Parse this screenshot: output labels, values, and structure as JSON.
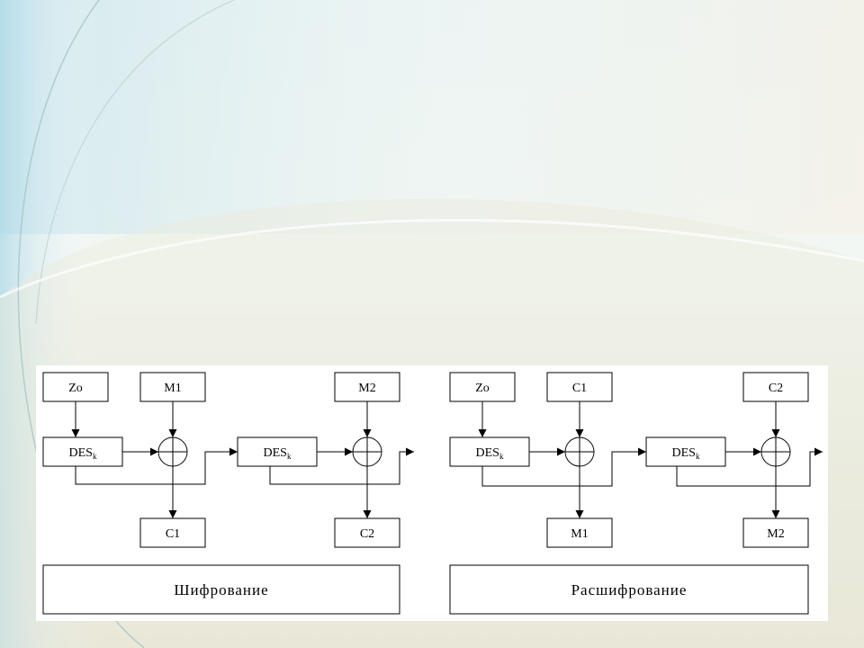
{
  "encryption": {
    "iv": "Zo",
    "block1_input": "M1",
    "block2_input": "M2",
    "cipher": "DES",
    "cipher_key": "k",
    "block1_output": "C1",
    "block2_output": "C2",
    "caption": "Шифрование"
  },
  "decryption": {
    "iv": "Zo",
    "block1_input": "C1",
    "block2_input": "C2",
    "cipher": "DES",
    "cipher_key": "k",
    "block1_output": "M1",
    "block2_output": "M2",
    "caption": "Расшифрование"
  },
  "colors": {
    "line": "#000000",
    "box_fill": "#ffffff"
  }
}
